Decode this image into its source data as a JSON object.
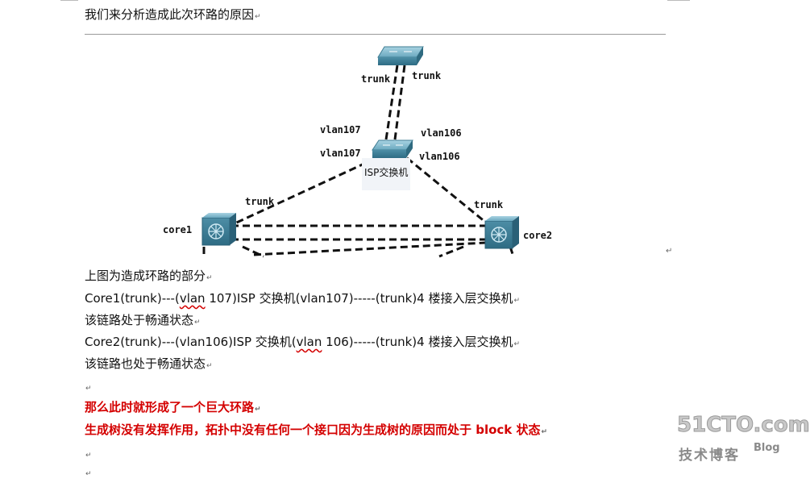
{
  "heading": "我们来分析造成此次环路的原因",
  "diagram": {
    "labels": {
      "trunk_top_left": "trunk",
      "trunk_top_right": "trunk",
      "vlan107_upper": "vlan107",
      "vlan107_lower": "vlan107",
      "vlan106_upper": "vlan106",
      "vlan106_lower": "vlan106",
      "isp_switch": "ISP交换机",
      "trunk_left": "trunk",
      "trunk_right": "trunk",
      "core1": "core1",
      "core2": "core2"
    }
  },
  "body": {
    "line1": "上图为造成环路的部分",
    "line2_pre": "Core1(trunk)---(",
    "line2_vlan": "vlan",
    "line2_post": " 107)ISP 交换机(vlan107)-----(trunk)4 楼接入层交换机",
    "line3": "该链路处于畅通状态",
    "line4_pre": "Core2(trunk)---(vlan106)ISP 交换机(",
    "line4_vlan": "vlan",
    "line4_post": " 106)-----(trunk)4 楼接入层交换机",
    "line5": "该链路也处于畅通状态",
    "red1": "那么此时就形成了一个巨大环路",
    "red2": "生成树没有发挥作用，拓扑中没有任何一个接口因为生成树的原因而处于 block 状态"
  },
  "paragraph_mark": "↵",
  "watermark": {
    "top": "51CTO.com",
    "bottom": "技术博客",
    "blog": "Blog"
  }
}
